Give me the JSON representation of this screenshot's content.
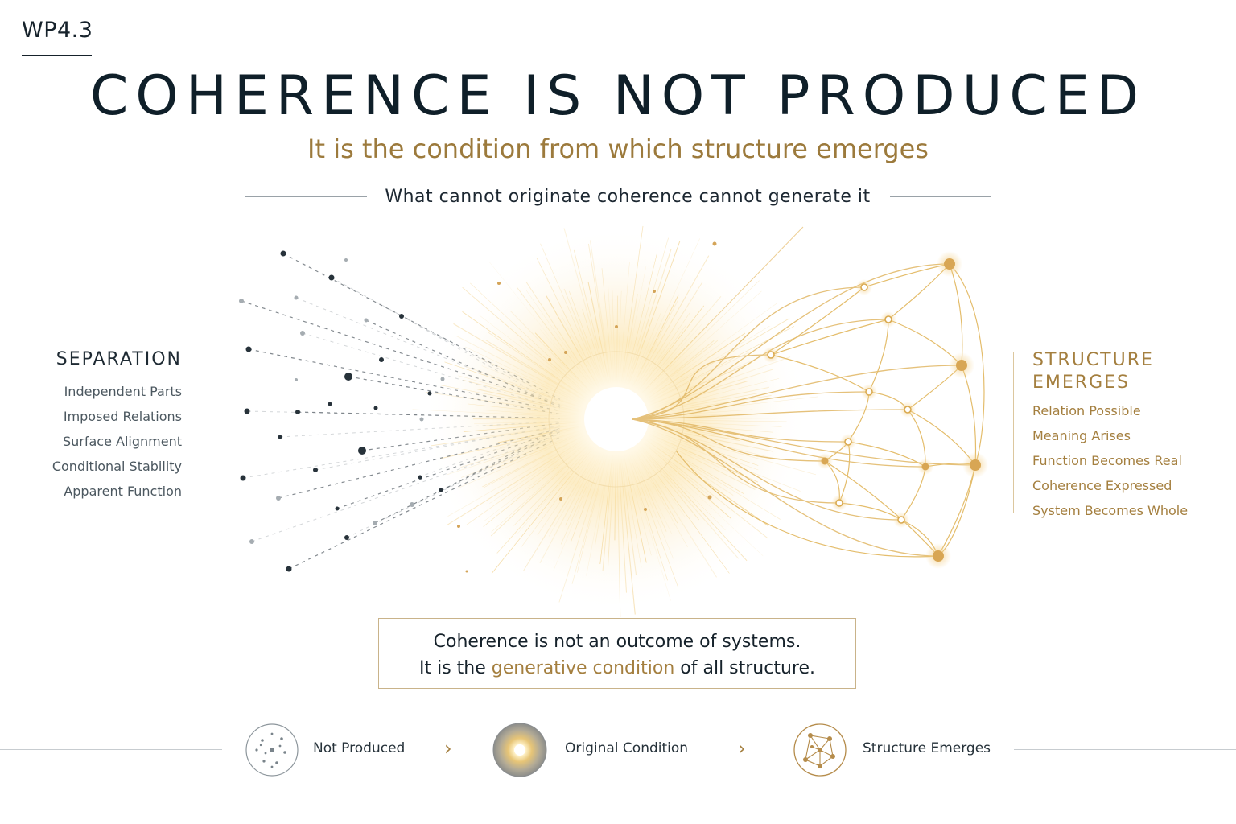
{
  "header": {
    "code": "WP4.3",
    "title": "COHERENCE IS NOT PRODUCED",
    "subtitle": "It is the condition from which structure emerges",
    "tagline": "What cannot originate coherence cannot generate it"
  },
  "left": {
    "heading": "SEPARATION",
    "items": [
      "Independent Parts",
      "Imposed Relations",
      "Surface Alignment",
      "Conditional Stability",
      "Apparent Function"
    ]
  },
  "right": {
    "heading_line1": "STRUCTURE",
    "heading_line2": "EMERGES",
    "items": [
      "Relation Possible",
      "Meaning Arises",
      "Function Becomes Real",
      "Coherence Expressed",
      "System Becomes Whole"
    ]
  },
  "quote": {
    "line1": "Coherence is not an outcome of systems.",
    "line2_pre": "It is the ",
    "line2_highlight": "generative condition",
    "line2_post": " of all structure."
  },
  "legend": {
    "items": [
      {
        "label": "Not Produced",
        "icon": "scattered-dots-icon"
      },
      {
        "label": "Original Condition",
        "icon": "radiant-core-icon"
      },
      {
        "label": "Structure Emerges",
        "icon": "network-icon"
      }
    ],
    "separator_icon": "chevron-right-icon"
  },
  "colors": {
    "ink": "#0f1f29",
    "gold": "#a47f3f",
    "gold_light": "#e8b75a",
    "grey": "#9aa2a8"
  }
}
